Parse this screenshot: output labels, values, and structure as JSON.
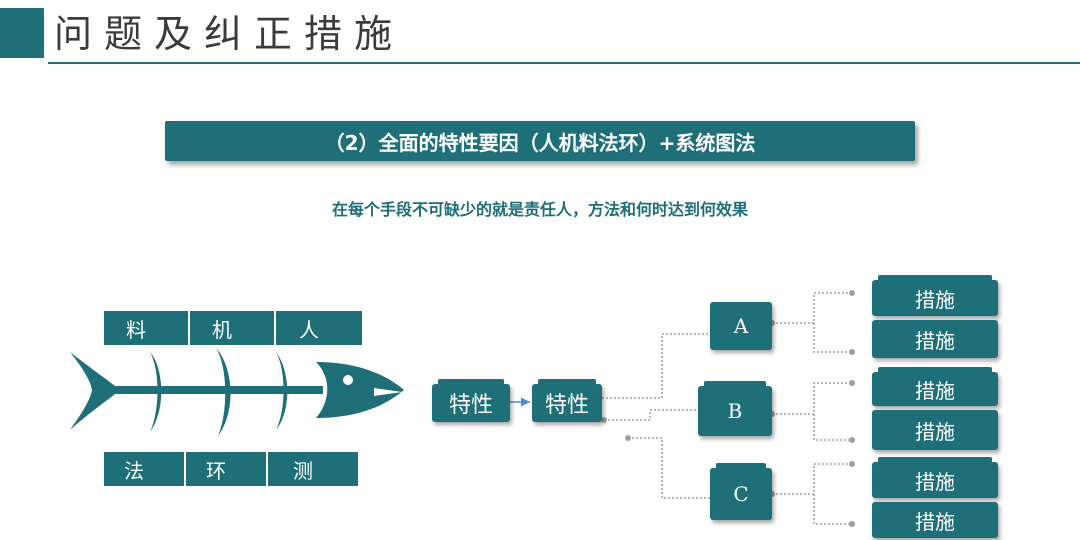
{
  "header": {
    "title": "问题及纠正措施"
  },
  "banner": {
    "text": "（2）全面的特性要因（人机料法环）+系统图法"
  },
  "subtitle": {
    "text": "在每个手段不可缺少的就是责任人，方法和何时达到何效果"
  },
  "fishbone": {
    "top_factors": [
      "料",
      "机",
      "人"
    ],
    "bottom_factors": [
      "法",
      "环",
      "测"
    ]
  },
  "tree": {
    "features": [
      "特性",
      "特性"
    ],
    "means": [
      "A",
      "B",
      "C"
    ],
    "measures": [
      "措施",
      "措施",
      "措施",
      "措施",
      "措施",
      "措施"
    ]
  },
  "colors": {
    "primary": "#1e6f78",
    "connector": "#a0a0a0",
    "arrow": "#4a90c8"
  }
}
